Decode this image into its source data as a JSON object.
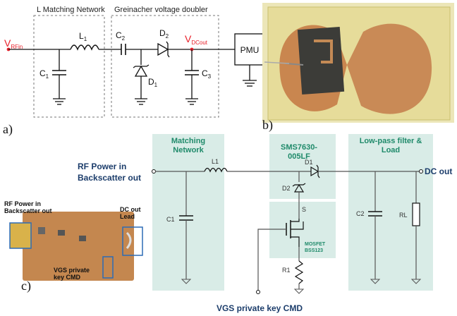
{
  "panel_a": {
    "label": "a)",
    "l_network_title": "L Matching Network",
    "doubler_title": "Greinacher voltage doubler",
    "v_rf_in_main": "V",
    "v_rf_in_sub": "RFin",
    "v_dc_out_main": "V",
    "v_dc_out_sub": "DCout",
    "l1": "L",
    "l1_sub": "1",
    "c1": "C",
    "c1_sub": "1",
    "c2": "C",
    "c2_sub": "2",
    "c3": "C",
    "c3_sub": "3",
    "d1": "D",
    "d1_sub": "1",
    "d2": "D",
    "d2_sub": "2",
    "pmu": "PMU"
  },
  "panel_b": {
    "label": "b)"
  },
  "panel_c": {
    "label": "c)",
    "photo_rf_line1": "RF Power in",
    "photo_rf_line2": "Backscatter out",
    "photo_dc_line1": "DC out",
    "photo_dc_line2": "Lead",
    "photo_vgs_line1": "VGS private",
    "photo_vgs_line2": "key CMD",
    "rf_in_line1": "RF Power in",
    "rf_in_line2": "Backscatter out",
    "matching_line1": "Matching",
    "matching_line2": "Network",
    "sms_line1": "SMS7630-",
    "sms_line2": "005LF",
    "lowpass_line1": "Low-pass filter &",
    "lowpass_line2": "Load",
    "dc_out": "DC out",
    "l1": "L1",
    "c1": "C1",
    "c2": "C2",
    "rl": "RL",
    "r1": "R1",
    "d1": "D1",
    "d2": "D2",
    "s": "S",
    "mosfet_line1": "MOSFET",
    "mosfet_line2": "BSS123",
    "vgs": "VGS private key CMD"
  },
  "colors": {
    "node_red": "#e8202a",
    "panel_fill": "#d9ece7",
    "panel_title": "#1f8a6a",
    "wire": "#111111",
    "wire_c": "#555555"
  }
}
